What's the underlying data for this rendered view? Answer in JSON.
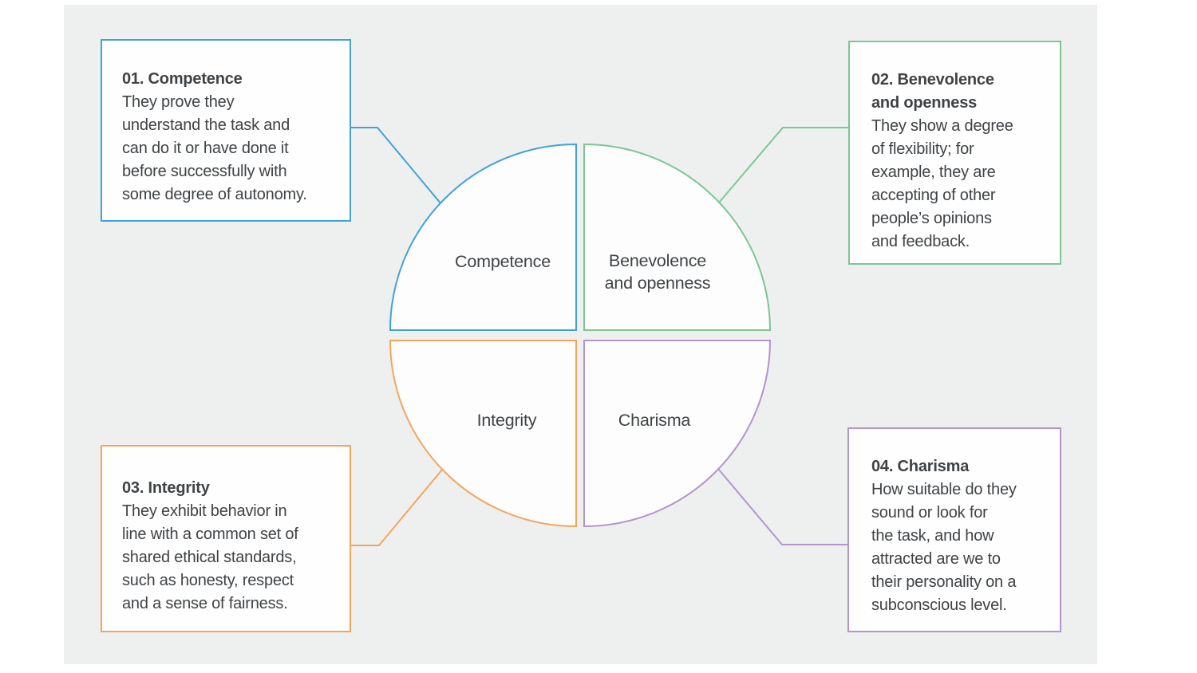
{
  "colors": {
    "competence": "#42a1db",
    "benevolence": "#7cc694",
    "integrity": "#f5a55b",
    "charisma": "#b394cc",
    "text": "#3f4346",
    "canvas_background": "#eef0ef",
    "quadrant_fill": "#fdfdfd"
  },
  "quadrants": {
    "competence": {
      "label": "Competence"
    },
    "benevolence": {
      "label": "Benevolence\nand openness"
    },
    "integrity": {
      "label": "Integrity"
    },
    "charisma": {
      "label": "Charisma"
    }
  },
  "callouts": {
    "competence": {
      "title": "01. Competence",
      "body": "They prove they\nunderstand the task and\ncan do it or have done it\nbefore successfully with\nsome degree of autonomy."
    },
    "benevolence": {
      "title": "02. Benevolence\nand openness",
      "body": "They show a degree\nof flexibility; for\nexample, they are\naccepting of other\npeople’s opinions\nand feedback."
    },
    "integrity": {
      "title": "03. Integrity",
      "body": "They exhibit behavior in\nline with a common set of\nshared ethical standards,\nsuch as honesty, respect\nand a sense of fairness."
    },
    "charisma": {
      "title": "04. Charisma",
      "body": "How suitable do they\nsound or look for\nthe task, and how\nattracted are we to\ntheir personality on a\nsubconscious level."
    }
  }
}
